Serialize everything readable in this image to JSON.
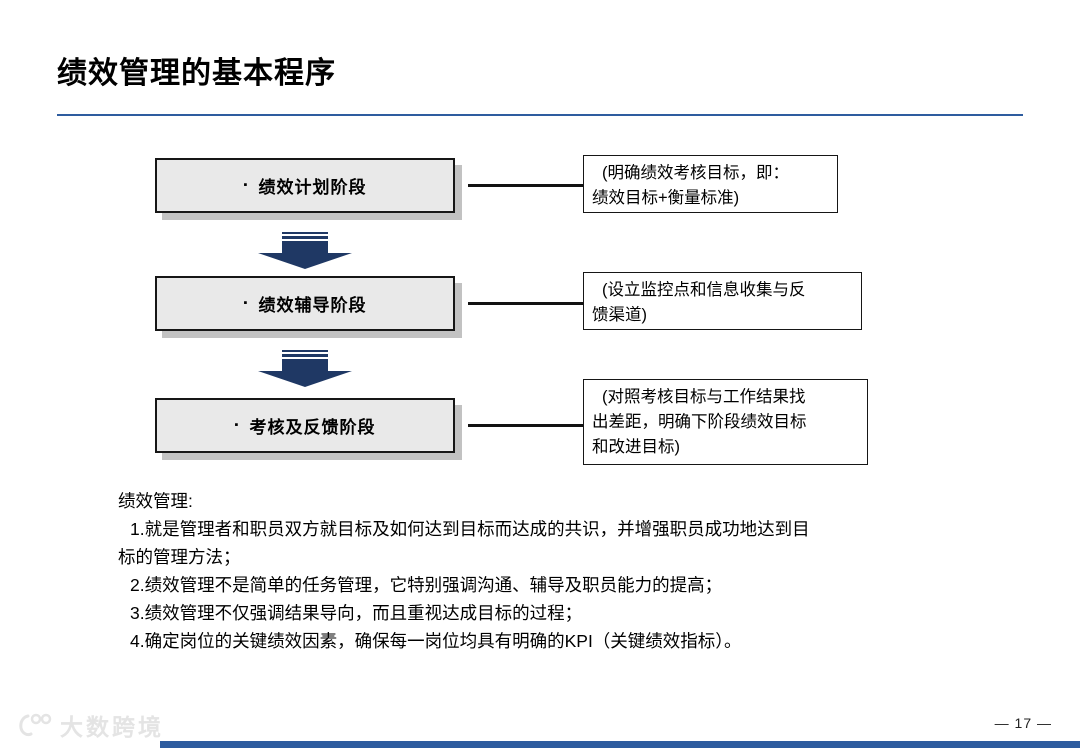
{
  "slide": {
    "title": "绩效管理的基本程序",
    "page_number": "— 17 —",
    "watermark_text": "大数跨境",
    "colors": {
      "accent_blue": "#2E5C9F",
      "arrow_navy": "#1F3864",
      "stage_box_fill": "#E9E9E9"
    }
  },
  "stages": [
    {
      "bullet": "▪",
      "label": "绩效计划阶段",
      "note_lines": [
        "(明确绩效考核目标，即：",
        "绩效目标+衡量标准)"
      ]
    },
    {
      "bullet": "▪",
      "label": "绩效辅导阶段",
      "note_lines": [
        "(设立监控点和信息收集与反",
        "馈渠道)"
      ]
    },
    {
      "bullet": "▪",
      "label": "考核及反馈阶段",
      "note_lines": [
        "(对照考核目标与工作结果找",
        "出差距，明确下阶段绩效目标",
        "和改进目标)"
      ]
    }
  ],
  "summary": {
    "heading": "绩效管理:",
    "lines": [
      "1.就是管理者和职员双方就目标及如何达到目标而达成的共识，并增强职员成功地达到目",
      "标的管理方法；",
      "2.绩效管理不是简单的任务管理，它特别强调沟通、辅导及职员能力的提高；",
      "3.绩效管理不仅强调结果导向，而且重视达成目标的过程；",
      "4.确定岗位的关键绩效因素，确保每一岗位均具有明确的KPI（关键绩效指标）。"
    ]
  }
}
